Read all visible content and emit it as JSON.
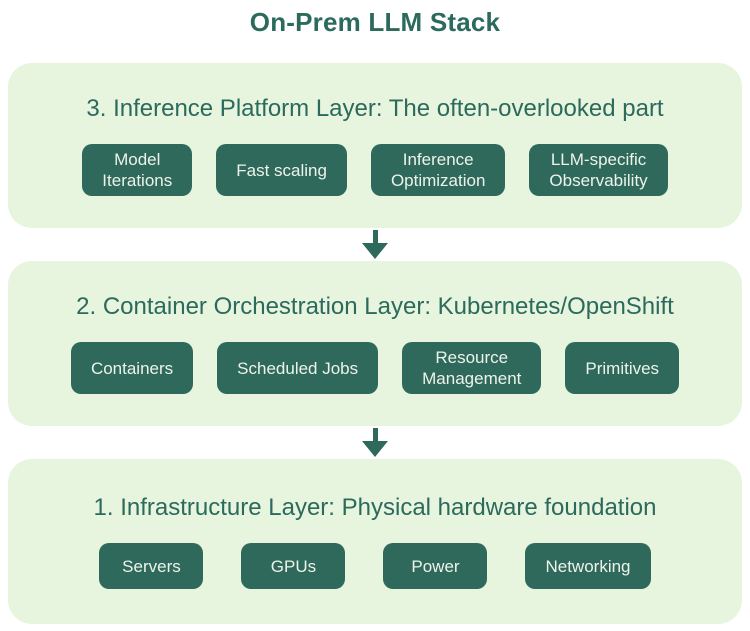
{
  "title": "On-Prem LLM Stack",
  "colors": {
    "page_bg": "#ffffff",
    "box_bg": "#e7f4de",
    "heading_text": "#2b6a5c",
    "pill_bg": "#2e695c",
    "pill_text": "#eef3e9",
    "arrow": "#2d6a5c"
  },
  "layers": [
    {
      "heading": "3. Inference Platform Layer: The often-overlooked part",
      "pills": [
        "Model\nIterations",
        "Fast scaling",
        "Inference\nOptimization",
        "LLM-specific\nObservability"
      ]
    },
    {
      "heading": "2. Container Orchestration Layer: Kubernetes/OpenShift",
      "pills": [
        "Containers",
        "Scheduled Jobs",
        "Resource\nManagement",
        "Primitives"
      ]
    },
    {
      "heading": "1. Infrastructure Layer: Physical hardware foundation",
      "pills": [
        "Servers",
        "GPUs",
        "Power",
        "Networking"
      ]
    }
  ]
}
